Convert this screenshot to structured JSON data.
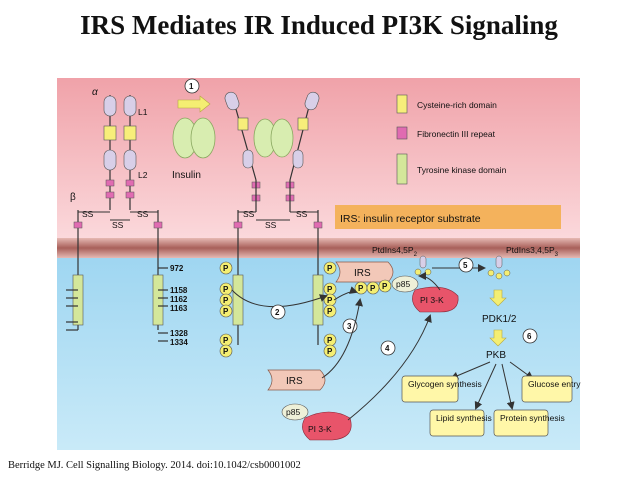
{
  "title": "IRS Mediates  IR Induced PI3K Signaling",
  "citation": "Berridge MJ. Cell Signalling Biology. 2014. doi:10.1042/csb0001002",
  "labels": {
    "alpha": "α",
    "beta": "β",
    "l1": "L1",
    "l2": "L2",
    "insulin": "Insulin",
    "ss": "SS",
    "irs_note": "IRS: insulin receptor substrate",
    "ptdins45": "PtdIns4,5P",
    "ptdins45_sub": "2",
    "ptdins345": "PtdIns3,4,5P",
    "ptdins345_sub": "3",
    "irs": "IRS",
    "p85": "p85",
    "pi3k": "PI 3-K",
    "pdk": "PDK1/2",
    "pkb": "PKB",
    "glycogen": "Glycogen synthesis",
    "glucose": "Glucose entry",
    "lipid": "Lipid synthesis",
    "protein": "Protein synthesis",
    "p": "P"
  },
  "legend": [
    {
      "label": "Cysteine-rich domain",
      "color": "#f7ee7a"
    },
    {
      "label": "Fibronectin III repeat",
      "color": "#e06bb1"
    },
    {
      "label": "Tyrosine kinase domain",
      "color": "#d4e79a"
    }
  ],
  "residues": [
    "972",
    "1158",
    "1162",
    "1163",
    "1328",
    "1334"
  ],
  "steps": [
    "1",
    "2",
    "3",
    "4",
    "5",
    "6"
  ],
  "colors": {
    "extracellular": "#f2a8ae",
    "cytoplasm": "#a9dcf3",
    "membrane": "#c07a72",
    "irs_box": "#f4b25c",
    "kinase_domain": "#d4e79a",
    "cys_domain": "#f7ee7a",
    "fibronectin": "#e06bb1",
    "phosphate": "#f4ee72",
    "pi3k": "#e8546a",
    "insulin": "#d8edb0"
  }
}
